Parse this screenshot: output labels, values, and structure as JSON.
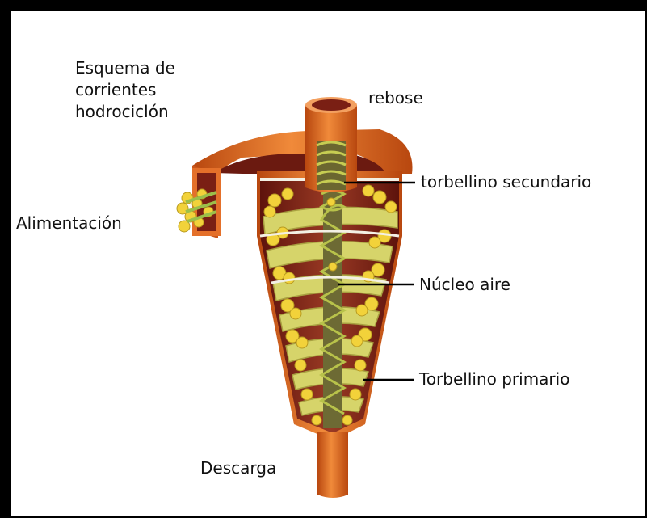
{
  "title_lines": [
    "Esquema de",
    "corrientes",
    "hodrociclón"
  ],
  "labels": {
    "overflow": "rebose",
    "secondary_vortex": "torbellino secundario",
    "feed": "Alimentación",
    "air_core": "Núcleo aire",
    "primary_vortex": "Torbellino primario",
    "underflow": "Descarga"
  },
  "colors": {
    "body_orange": "#d9651e",
    "interior_brown": "#7a1f14",
    "flow_yellow": "#d6d46a",
    "particle_yellow": "#f2d23a"
  }
}
